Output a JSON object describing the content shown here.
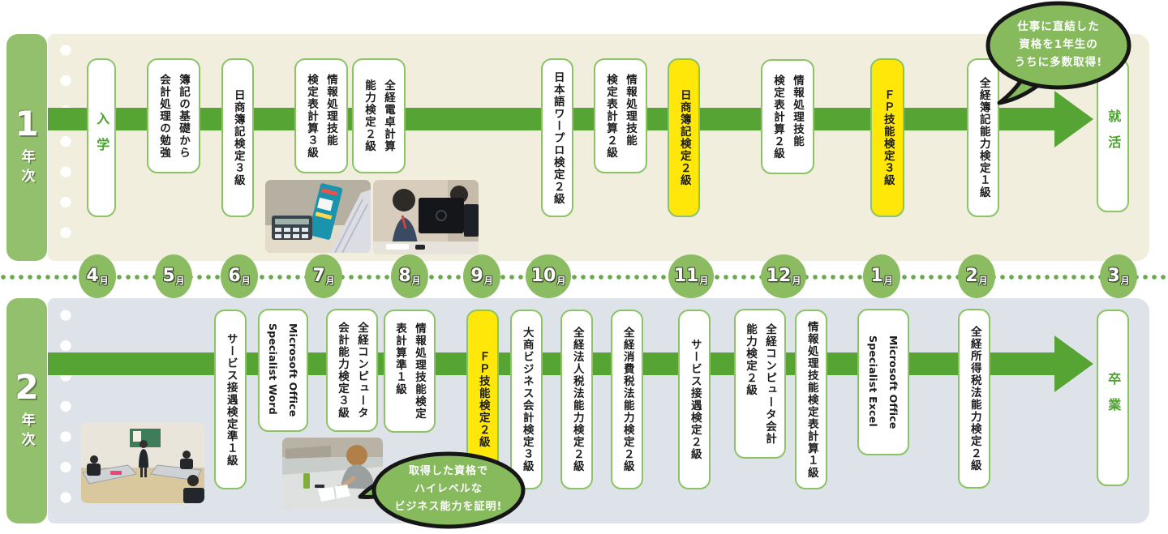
{
  "palette": {
    "year1_band_bg": "#f2eedd",
    "year2_band_bg": "#dde3e8",
    "tab_green": "#93c06c",
    "month_circle_green": "#8bbc62",
    "arrow_green": "#56a434",
    "pill_border_green": "#8cc365",
    "highlight_yellow": "#ffe70a",
    "accent_text_green": "#4ca22e",
    "bubble_green": "#86ba5c",
    "dotted_line_green": "#67a94b"
  },
  "timeline": {
    "month_suffix": "月",
    "months": [
      "4",
      "5",
      "6",
      "7",
      "8",
      "9",
      "10",
      "11",
      "12",
      "1",
      "2",
      "3"
    ]
  },
  "year1": {
    "tab_number": "1",
    "tab_suffix": "年次",
    "bubble_lines": [
      "仕事に直結した",
      "資格を1年生の",
      "うちに多数取得!"
    ],
    "items": [
      {
        "label": "入学"
      },
      {
        "label": "簿記の基礎から\n会計処理の勉強"
      },
      {
        "label": "日商簿記検定３級"
      },
      {
        "label": "情報処理技能\n検定表計算３級"
      },
      {
        "label": "全経電卓計算\n能力検定２級"
      },
      {
        "label": "日本語ワープロ検定２級"
      },
      {
        "label": "情報処理技能\n検定表計算２級"
      },
      {
        "label": "日商簿記検定２級",
        "highlight": true
      },
      {
        "label": "情報処理技能\n検定表計算２級"
      },
      {
        "label": "ＦＰ技能検定３級",
        "highlight": true
      },
      {
        "label": "全経簿記能力検定１級"
      },
      {
        "label": "就活"
      }
    ]
  },
  "year2": {
    "tab_number": "2",
    "tab_suffix": "年次",
    "bubble_lines": [
      "取得した資格で",
      "ハイレベルな",
      "ビジネス能力を証明!"
    ],
    "items": [
      {
        "label": "サービス接遇検定準１級"
      },
      {
        "label": "Microsoft Office\nSpecialist Word"
      },
      {
        "label": "全経コンピュータ\n会計能力検定３級"
      },
      {
        "label": "情報処理技能検定\n表計算準１級"
      },
      {
        "label": "ＦＰ技能検定２級",
        "highlight": true
      },
      {
        "label": "大商ビジネス会計検定３級"
      },
      {
        "label": "全経法人税法能力検定２級"
      },
      {
        "label": "全経消費税法能力検定２級"
      },
      {
        "label": "サービス接遇検定２級"
      },
      {
        "label": "全経コンピュータ会計\n能力検定２級"
      },
      {
        "label": "情報処理技能検定表計算１級"
      },
      {
        "label": "Microsoft Office\nSpecialist Excel"
      },
      {
        "label": "全経所得税法能力検定２級"
      },
      {
        "label": "卒業"
      }
    ]
  }
}
